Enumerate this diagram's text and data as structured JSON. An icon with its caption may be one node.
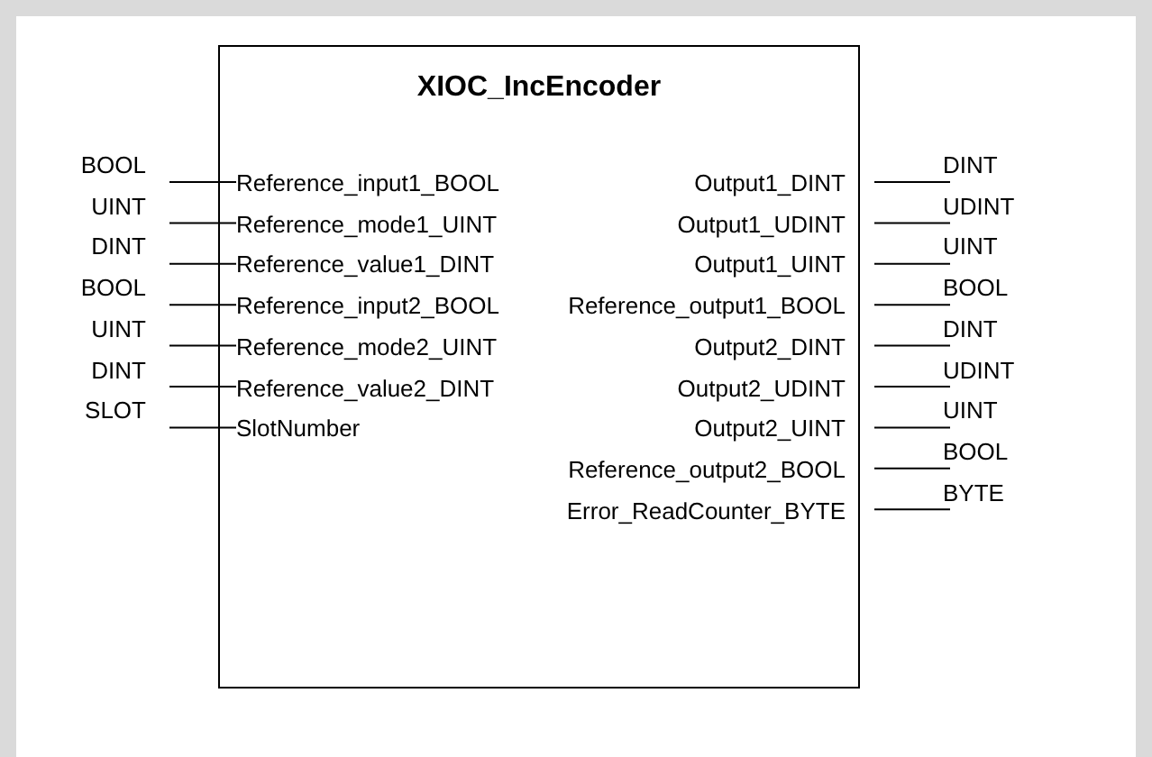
{
  "diagram": {
    "nodes": [
      {
        "text": [
          "XIOC_IncEncoder"
        ]
      },
      {
        "text": [
          "BOOL"
        ]
      },
      {
        "text": [
          "Reference_input1_BOOL"
        ],
        "in": 0
      },
      {
        "text": [
          "Output1_DINT"
        ],
        "in": 0
      },
      {
        "text": [
          "DINT"
        ]
      },
      {
        "text": [
          "UINT"
        ]
      },
      {
        "text": [
          "Reference_mode1_UINT"
        ],
        "in": 0
      },
      {
        "text": [
          "Output1_UDINT"
        ],
        "in": 0
      },
      {
        "text": [
          "UDINT"
        ]
      },
      {
        "text": [
          "DINT"
        ]
      },
      {
        "text": [
          "Reference_value1_DINT"
        ],
        "in": 0
      },
      {
        "text": [
          "Output1_UINT"
        ],
        "in": 0
      },
      {
        "text": [
          "UINT"
        ]
      },
      {
        "text": [
          "BOOL"
        ]
      },
      {
        "text": [
          "Reference_input2_BOOL"
        ],
        "in": 0
      },
      {
        "text": [
          "Reference_output1_BOOL"
        ],
        "in": 0
      },
      {
        "text": [
          "BOOL"
        ]
      },
      {
        "text": [
          "UINT"
        ]
      },
      {
        "text": [
          "Reference_mode2_UINT"
        ],
        "in": 0
      },
      {
        "text": [
          "Output2_DINT"
        ],
        "in": 0
      },
      {
        "text": [
          "DINT"
        ]
      },
      {
        "text": [
          "DINT"
        ]
      },
      {
        "text": [
          "Reference_value2_DINT"
        ],
        "in": 0
      },
      {
        "text": [
          "Output2_UDINT"
        ],
        "in": 0
      },
      {
        "text": [
          "UDINT"
        ]
      },
      {
        "text": [
          "SLOT"
        ]
      },
      {
        "text": [
          "SlotNumber"
        ],
        "in": 0
      },
      {
        "text": [
          "Output2_UINT"
        ],
        "in": 0
      },
      {
        "text": [
          "UINT"
        ]
      },
      {
        "text": [
          "Reference_output2_BOOL"
        ],
        "in": 0
      },
      {
        "text": [
          "BOOL"
        ]
      },
      {
        "text": [
          "Error_ReadCounter_BYTE"
        ],
        "in": 0
      },
      {
        "text": [
          "BYTE"
        ]
      }
    ],
    "edges": [
      {
        "from": 1,
        "to": 2,
        "arrow": "none"
      },
      {
        "from": 3,
        "to": 4,
        "arrow": "none"
      },
      {
        "from": 5,
        "to": 6,
        "arrow": "none"
      },
      {
        "from": 7,
        "to": 8,
        "arrow": "none"
      },
      {
        "from": 9,
        "to": 10,
        "arrow": "none"
      },
      {
        "from": 11,
        "to": 12,
        "arrow": "none"
      },
      {
        "from": 13,
        "to": 14,
        "arrow": "none"
      },
      {
        "from": 15,
        "to": 16,
        "arrow": "none"
      },
      {
        "from": 17,
        "to": 18,
        "arrow": "none"
      },
      {
        "from": 19,
        "to": 20,
        "arrow": "none"
      },
      {
        "from": 21,
        "to": 22,
        "arrow": "none"
      },
      {
        "from": 23,
        "to": 24,
        "arrow": "none"
      },
      {
        "from": 25,
        "to": 26,
        "arrow": "none"
      },
      {
        "from": 27,
        "to": 28,
        "arrow": "none"
      },
      {
        "from": 29,
        "to": 30,
        "arrow": "none"
      },
      {
        "from": 31,
        "to": 32,
        "arrow": "none"
      }
    ]
  }
}
